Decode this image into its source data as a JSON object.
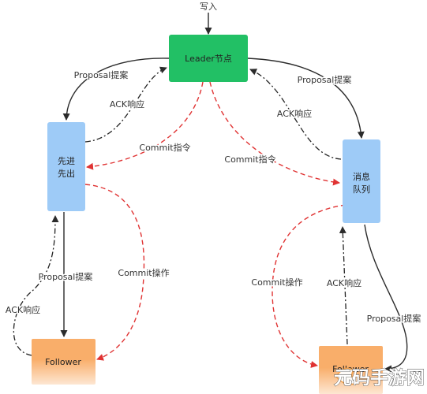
{
  "colors": {
    "leader": "#22c065",
    "queue": "#9ecbf7",
    "follower": "#f9ae6a",
    "solid": "#2b2b2b",
    "dashdot": "#222222",
    "commit": "#e03333"
  },
  "diagram": {
    "input_label": "写入",
    "nodes": {
      "leader": {
        "label": "Leader节点"
      },
      "left_queue": {
        "line1": "先进",
        "line2": "先出"
      },
      "right_queue": {
        "line1": "消息",
        "line2": "队列"
      },
      "left_follower": {
        "label": "Follower"
      },
      "right_follower": {
        "label": "Follower"
      }
    },
    "edges": {
      "proposal_left_top": "Proposal提案",
      "ack_left_top": "ACK响应",
      "commit_left_top": "Commit指令",
      "commit_right_top": "Commit指令",
      "proposal_right_top": "Proposal提案",
      "ack_right_top": "ACK响应",
      "proposal_left_bottom": "Proposal提案",
      "commit_left_bottom": "Commit操作",
      "ack_left_bottom": "ACK响应",
      "commit_right_bottom": "Commit操作",
      "ack_right_bottom": "ACK响应",
      "proposal_right_bottom": "Proposal提案"
    }
  },
  "watermark": {
    "text": "元码手游网"
  }
}
